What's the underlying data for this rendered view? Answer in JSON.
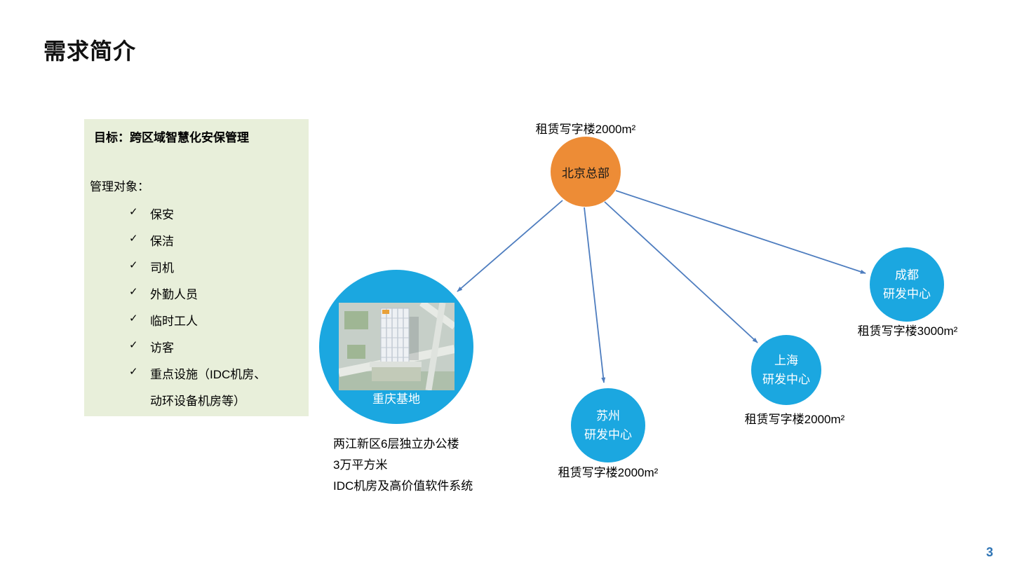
{
  "page": {
    "title": "需求简介",
    "page_number": "3"
  },
  "icons": {
    "check": "✓"
  },
  "goal_box": {
    "title": "目标：跨区域智慧化安保管理",
    "subtitle": "管理对象：",
    "items": [
      {
        "text": "保安"
      },
      {
        "text": "保洁"
      },
      {
        "text": "司机"
      },
      {
        "text": "外勤人员"
      },
      {
        "text": "临时工人"
      },
      {
        "text": "访客"
      },
      {
        "text": "重点设施（IDC机房、",
        "text2": "动环设备机房等）"
      }
    ]
  },
  "diagram": {
    "colors": {
      "hq_fill": "#ED8C36",
      "site_fill": "#1BA7E0",
      "arrow": "#4E7DBF",
      "goal_box_bg": "#E8EFDA",
      "page_num": "#2E74B5"
    },
    "hq": {
      "label": "北京总部",
      "note": "租赁写字楼2000m²"
    },
    "chongqing": {
      "label": "重庆基地",
      "photo": "chongqing-campus-aerial-photo",
      "notes": [
        "两江新区6层独立办公楼",
        "3万平方米",
        "IDC机房及高价值软件系统"
      ]
    },
    "suzhou": {
      "name": "苏州",
      "type": "研发中心",
      "note": "租赁写字楼2000m²"
    },
    "shanghai": {
      "name": "上海",
      "type": "研发中心",
      "note": "租赁写字楼2000m²"
    },
    "chengdu": {
      "name": "成都",
      "type": "研发中心",
      "note": "租赁写字楼3000m²"
    }
  }
}
